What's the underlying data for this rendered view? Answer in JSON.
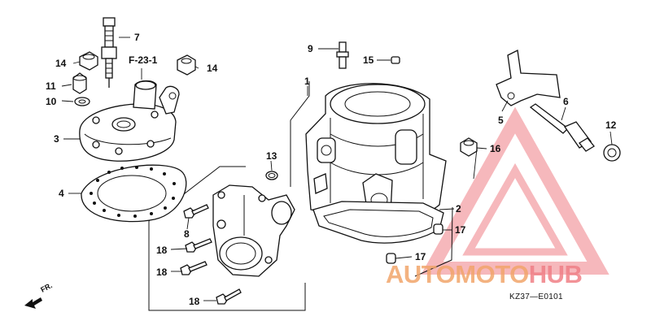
{
  "diagram": {
    "reference_label": "F-23-1",
    "drawing_code": "KZ37—E0101",
    "front_indicator": "FR.",
    "callouts": [
      {
        "id": "c1",
        "label": "1"
      },
      {
        "id": "c2",
        "label": "2"
      },
      {
        "id": "c3",
        "label": "3"
      },
      {
        "id": "c4",
        "label": "4"
      },
      {
        "id": "c5",
        "label": "5"
      },
      {
        "id": "c6",
        "label": "6"
      },
      {
        "id": "c7",
        "label": "7"
      },
      {
        "id": "c8",
        "label": "8"
      },
      {
        "id": "c9",
        "label": "9"
      },
      {
        "id": "c10",
        "label": "10"
      },
      {
        "id": "c11",
        "label": "11"
      },
      {
        "id": "c12",
        "label": "12"
      },
      {
        "id": "c13",
        "label": "13"
      },
      {
        "id": "c14a",
        "label": "14"
      },
      {
        "id": "c14b",
        "label": "14"
      },
      {
        "id": "c15",
        "label": "15"
      },
      {
        "id": "c16",
        "label": "16"
      },
      {
        "id": "c17a",
        "label": "17"
      },
      {
        "id": "c17b",
        "label": "17"
      },
      {
        "id": "c18a",
        "label": "18"
      },
      {
        "id": "c18b",
        "label": "18"
      },
      {
        "id": "c18c",
        "label": "18"
      }
    ]
  },
  "watermark": {
    "part1": "AUTOMOTO",
    "part2": "HUB",
    "color_primary": "#f2a56b",
    "color_secondary": "#f07f86"
  }
}
